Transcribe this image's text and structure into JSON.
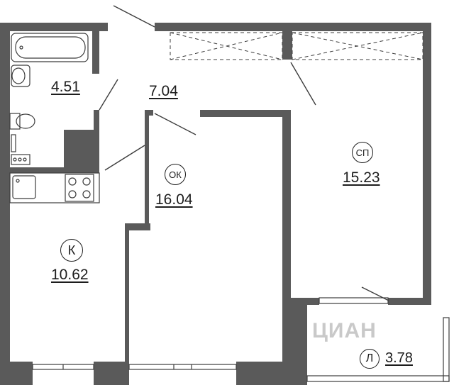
{
  "rooms": {
    "bathroom": {
      "area": "4.51"
    },
    "hallway": {
      "area": "7.04"
    },
    "living": {
      "code": "ОК",
      "area": "16.04"
    },
    "bedroom": {
      "code": "СП",
      "area": "15.23"
    },
    "kitchen": {
      "code": "К",
      "area": "10.62"
    },
    "balcony": {
      "code": "Л",
      "area": "3.78"
    }
  },
  "watermark": {
    "text": "ЦИАН"
  },
  "colors": {
    "wall": "#5a5a5a",
    "line": "#3c3c3c",
    "background": "#ffffff"
  }
}
